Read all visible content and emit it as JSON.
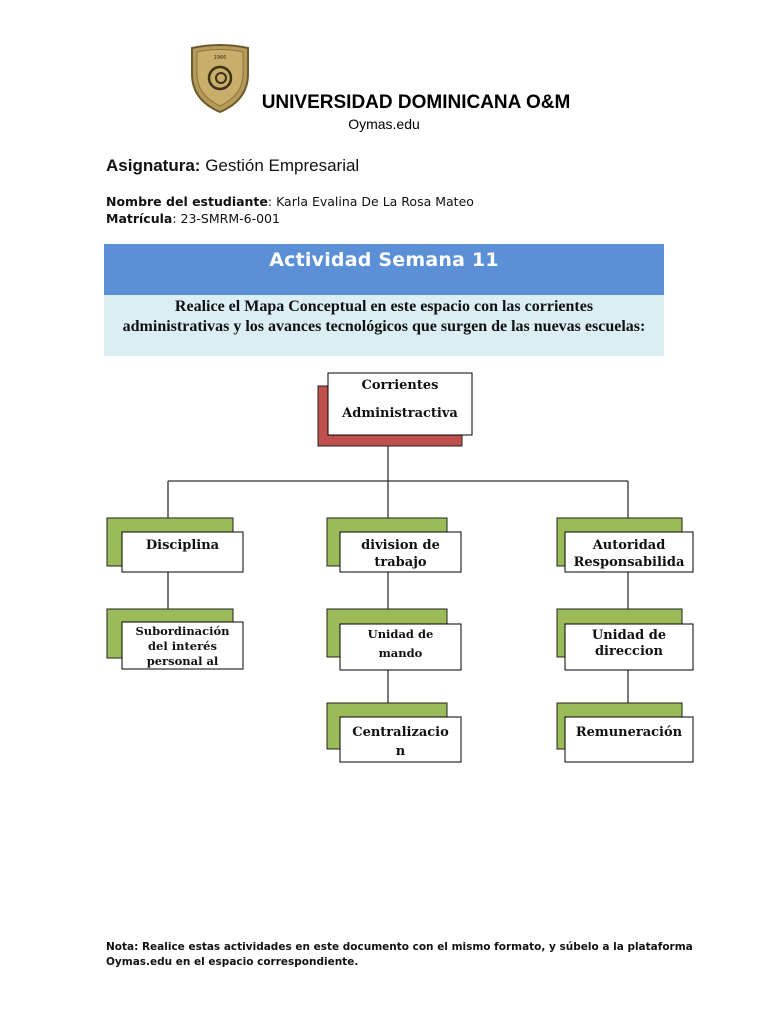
{
  "header": {
    "university": "UNIVERSIDAD DOMINICANA O&M",
    "website": "Oymas.edu",
    "seal_text": "1966"
  },
  "subject": {
    "label": "Asignatura:",
    "value": "Gestión Empresarial"
  },
  "student": {
    "name_label": "Nombre del estudiante",
    "name_value": ": Karla Evalina De La Rosa Mateo",
    "id_label": "Matrícula",
    "id_value": ": 23-SMRM-6-001"
  },
  "banner": {
    "title": "Actividad Semana 11",
    "instructions": "Realice el Mapa Conceptual en este espacio con las corrientes administrativas y los avances tecnológicos que surgen de las nuevas escuelas:"
  },
  "concept_map": {
    "root": [
      "Corrientes",
      "Administractiva"
    ],
    "branches": [
      {
        "main": [
          "Disciplina"
        ],
        "sub": [
          [
            "Subordinación",
            "del interés",
            "personal al"
          ]
        ]
      },
      {
        "main": [
          "division de",
          "trabajo"
        ],
        "sub": [
          [
            "Unidad de",
            "mando"
          ],
          [
            "Centralizacio",
            "n"
          ]
        ]
      },
      {
        "main": [
          "Autoridad",
          "Responsabilida"
        ],
        "sub": [
          [
            "Unidad de",
            "direccion"
          ],
          [
            "Remuneración"
          ]
        ]
      }
    ],
    "colors": {
      "root_accent": "#c0504d",
      "branch_accent": "#9bbb59",
      "box_fill": "#ffffff",
      "border": "#000000"
    }
  },
  "note": "Nota: Realice estas actividades en este documento con el mismo formato, y súbelo a la plataforma Oymas.edu en el espacio correspondiente."
}
